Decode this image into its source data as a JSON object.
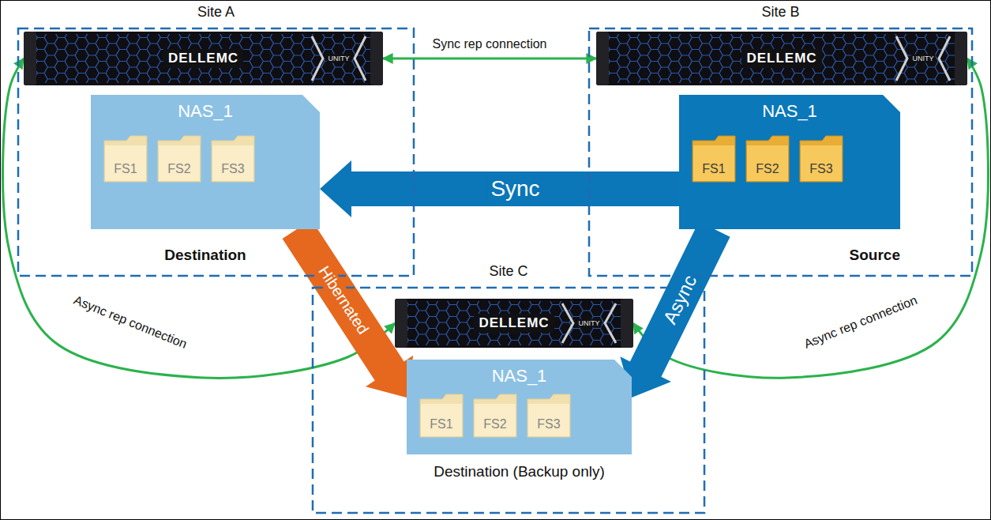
{
  "diagram": {
    "nodes": [
      {
        "text": [
          "Site A"
        ]
      },
      {
        "text": [
          "Site B"
        ]
      },
      {
        "text": [
          "Site C"
        ]
      },
      {
        "text": [
          "DELLEMC",
          "UNITY"
        ],
        "in": 0
      },
      {
        "text": [
          "NAS_1",
          "Destination"
        ],
        "in": 0
      },
      {
        "text": [
          "FS1"
        ],
        "in": 4
      },
      {
        "text": [
          "FS2"
        ],
        "in": 4
      },
      {
        "text": [
          "FS3"
        ],
        "in": 4
      },
      {
        "text": [
          "DELLEMC",
          "UNITY"
        ],
        "in": 1
      },
      {
        "text": [
          "NAS_1",
          "Source"
        ],
        "in": 1
      },
      {
        "text": [
          "FS1"
        ],
        "in": 9
      },
      {
        "text": [
          "FS2"
        ],
        "in": 9
      },
      {
        "text": [
          "FS3"
        ],
        "in": 9
      },
      {
        "text": [
          "DELLEMC",
          "UNITY"
        ],
        "in": 2
      },
      {
        "text": [
          "NAS_1",
          "Destination (Backup only)"
        ],
        "in": 2
      },
      {
        "text": [
          "FS1"
        ],
        "in": 14
      },
      {
        "text": [
          "FS2"
        ],
        "in": 14
      },
      {
        "text": [
          "FS3"
        ],
        "in": 14
      }
    ],
    "edges": [
      {
        "from": 8,
        "to": 3,
        "arrow": "both",
        "label": "Sync rep connection"
      },
      {
        "from": 3,
        "to": 13,
        "arrow": "both",
        "label": "Async rep connection"
      },
      {
        "from": 8,
        "to": 13,
        "arrow": "both",
        "label": "Async rep connection"
      },
      {
        "from": 9,
        "to": 4,
        "arrow": "to",
        "label": "Sync"
      },
      {
        "from": 4,
        "to": 14,
        "arrow": "to",
        "label": "Hibernated"
      },
      {
        "from": 9,
        "to": 14,
        "arrow": "to",
        "label": "Async"
      }
    ]
  }
}
